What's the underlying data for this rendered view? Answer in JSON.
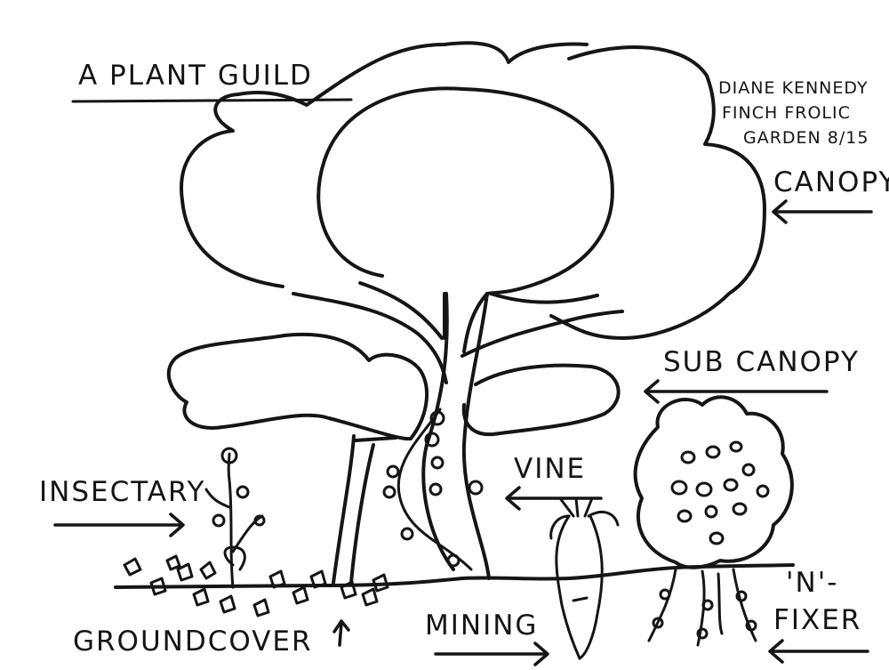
{
  "title": "A PLANT GUILD",
  "signature": [
    "DIANE KENNEDY",
    "FINCH FROLIC",
    "GARDEN 8/15"
  ],
  "layers": {
    "canopy": "CANOPY",
    "sub_canopy": "SUB CANOPY",
    "vine": "VINE",
    "insectary": "INSECTARY",
    "mining": "MINING",
    "groundcover": "GROUNDCOVER",
    "n_fixer_line1": "'N'-",
    "n_fixer_line2": "FIXER"
  },
  "colors": {
    "ink": "#151515",
    "paper": "#ffffff"
  }
}
